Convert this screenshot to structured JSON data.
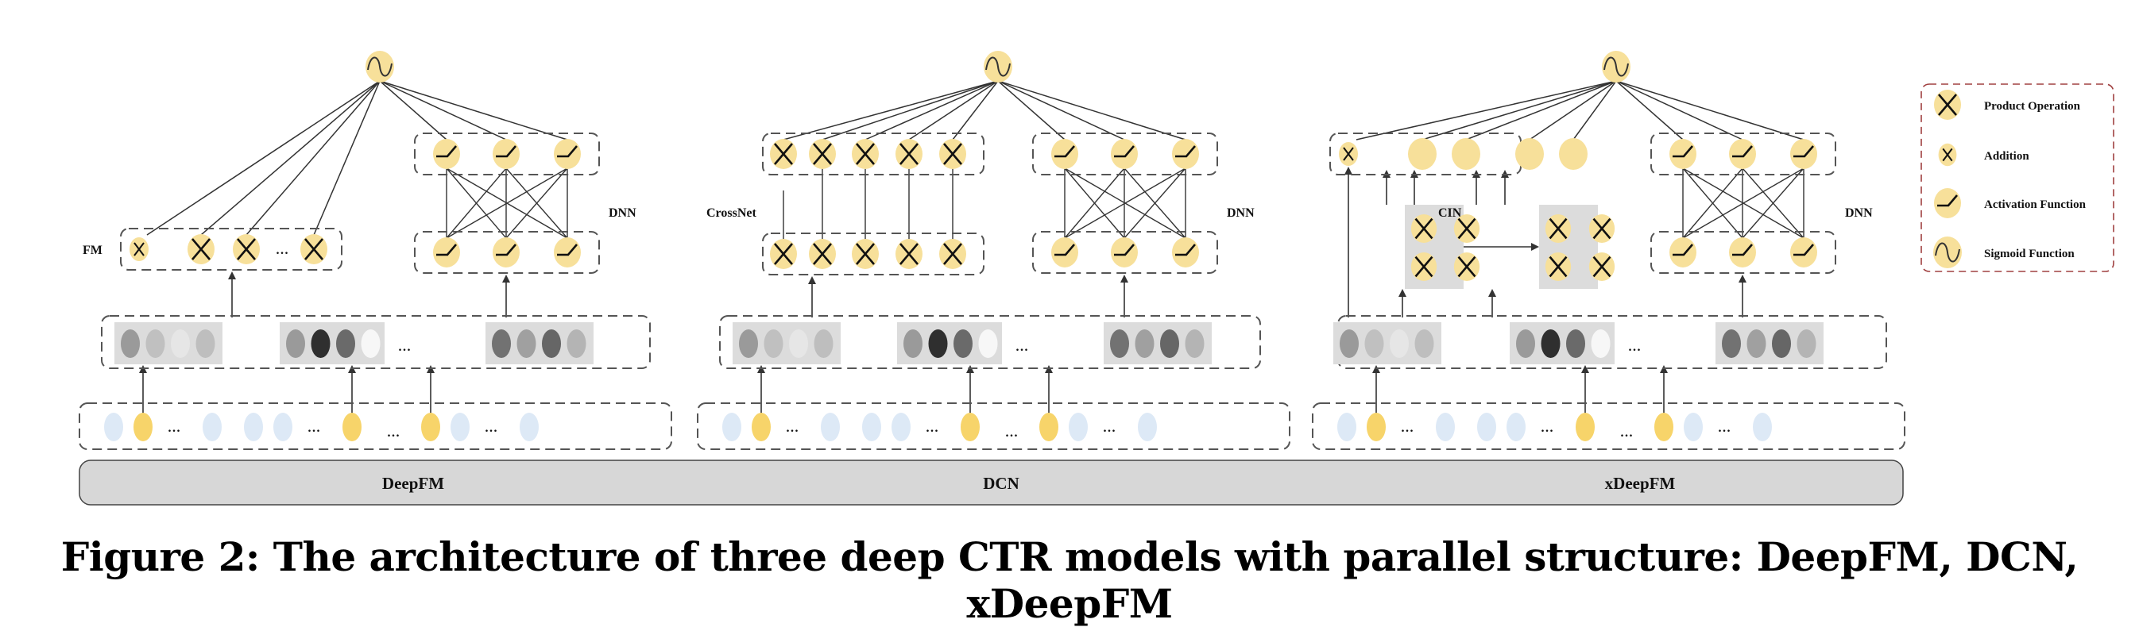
{
  "figure": {
    "caption": "Figure 2: The architecture of three deep CTR models with parallel structure: DeepFM, DCN, xDeepFM"
  },
  "colors": {
    "node_fill": "#f7e09a",
    "input_active": "#f7d46a",
    "input_inactive": "#dde9f6",
    "embedding_bg": "#dcdcdc",
    "dashed_border": "#555555",
    "legend_border": "#a04040",
    "model_bar": "#d7d7d7",
    "edge": "#333333"
  },
  "models": [
    {
      "name": "DeepFM",
      "left_label": "FM",
      "right_label": "DNN",
      "left_type": "fm",
      "left_nodes": [
        "addition",
        "product",
        "product",
        "ellipsis",
        "product"
      ]
    },
    {
      "name": "DCN",
      "left_label": "CrossNet",
      "right_label": "DNN",
      "left_type": "crossnet",
      "left_nodes": [
        "product",
        "product",
        "product",
        "product",
        "product"
      ]
    },
    {
      "name": "xDeepFM",
      "left_label": "CIN",
      "right_label": "DNN",
      "left_type": "cin",
      "left_nodes": [
        "addition",
        "plain",
        "plain",
        "plain",
        "plain"
      ]
    }
  ],
  "embedding_groups": [
    [
      "#9a9a9a",
      "#c0c0c0",
      "#e6e6e6",
      "#bebebe"
    ],
    [
      "#9a9a9a",
      "#2f2f2f",
      "#6a6a6a",
      "#f7f7f7"
    ],
    [
      "#727272",
      "#a0a0a0",
      "#666666",
      "#b4b4b4"
    ]
  ],
  "input_pattern": [
    "inactive",
    "active",
    "ellipsis",
    "inactive",
    "gap",
    "inactive",
    "inactive",
    "ellipsis",
    "active",
    "gap-ellipsis",
    "active",
    "inactive",
    "ellipsis",
    "inactive"
  ],
  "ellipsis": "...",
  "legend": {
    "items": [
      {
        "icon": "product",
        "label": "Product Operation"
      },
      {
        "icon": "addition",
        "label": "Addition"
      },
      {
        "icon": "activation",
        "label": "Activation Function"
      },
      {
        "icon": "sigmoid",
        "label": "Sigmoid Function"
      }
    ]
  }
}
